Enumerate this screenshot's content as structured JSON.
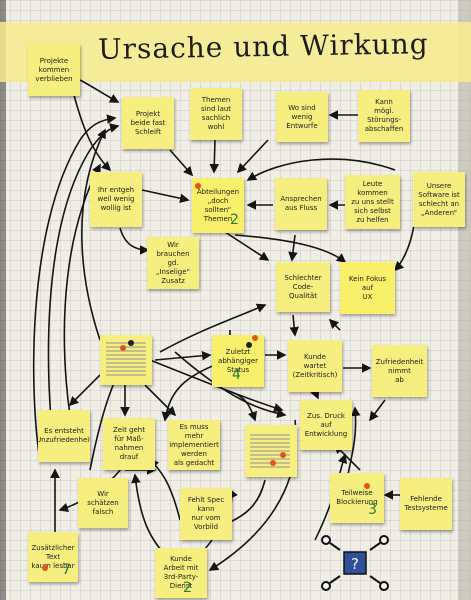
{
  "title": "Ursache und Wirkung",
  "notes": [
    {
      "id": "n1",
      "text": "Projekte kommen\nverblieben"
    },
    {
      "id": "n2",
      "text": "Projekt\nbeide fast\nSchleift"
    },
    {
      "id": "n3",
      "text": "Themen\nsind laut\nsachlich wohl"
    },
    {
      "id": "n4",
      "text": "Wo sind\nwenig\nEntwurfe"
    },
    {
      "id": "n5",
      "text": "Kann\nmögl.\nStörungs-\nabschaffen"
    },
    {
      "id": "n6",
      "text": "Ihr entgeh\nweil wenig\nwollig ist"
    },
    {
      "id": "n7",
      "text": "Abteilungen\n„doch sollten“\nThemen"
    },
    {
      "id": "n8",
      "text": "Ansprechen\naus Fluss"
    },
    {
      "id": "n9",
      "text": "Leute kommen\nzu uns stellt\nsich selbst\nzu helfen"
    },
    {
      "id": "n10",
      "text": "Unsere\nSoftware ist\nschlecht an\n„Anderen“"
    },
    {
      "id": "n11",
      "text": "Wir brauchen gd.\n„Inselige“\nZusatz"
    },
    {
      "id": "n12",
      "text": "Schlechter\nCode-Qualität"
    },
    {
      "id": "n13",
      "text": "Kein Fokus\nauf\nUX"
    },
    {
      "id": "n14",
      "text": ""
    },
    {
      "id": "n15",
      "text": "Zuletzt\nabhängiger\nStatus"
    },
    {
      "id": "n16",
      "text": "Kunde\nwartet\n(Zeitkritisch)"
    },
    {
      "id": "n17",
      "text": "Zufriedenheit\nnimmt\nab"
    },
    {
      "id": "n18",
      "text": "Es entsteht\nUnzufriedenheit"
    },
    {
      "id": "n19",
      "text": "Zeit geht\nfür Maß-\nnahmen\ndrauf"
    },
    {
      "id": "n20",
      "text": "Es muss\nmehr\nimplementiert\nwerden\nals gedacht"
    },
    {
      "id": "n21",
      "text": ""
    },
    {
      "id": "n22",
      "text": "Zus. Druck\nauf\nEntwicklung"
    },
    {
      "id": "n23",
      "text": "Teilweise\nBlockierung"
    },
    {
      "id": "n24",
      "text": "Fehlende\nTestsysteme"
    },
    {
      "id": "n25",
      "text": "Wir schätzen\nfalsch"
    },
    {
      "id": "n26",
      "text": "Fehlt Spec\nkann\nnur vom\nVorbild"
    },
    {
      "id": "n27",
      "text": "Zusätzlicher\nText\nkaum lesbar"
    },
    {
      "id": "n28",
      "text": "Kunde\nArbeit mit\n3rd-Party-\nDienst"
    }
  ],
  "labels": {
    "num_n7": "2",
    "num_n15": "4",
    "num_n23": "3",
    "num_n27": "7",
    "num_n28": "2"
  },
  "icon": "question-mark-icon",
  "colors": {
    "note": "#f6ee7f",
    "paper": "#f1eee6",
    "ink": "#1e1e1e",
    "green_digit": "#2a7a3a",
    "red_dot": "#e0541e",
    "icon_blue": "#2f4f9a"
  }
}
